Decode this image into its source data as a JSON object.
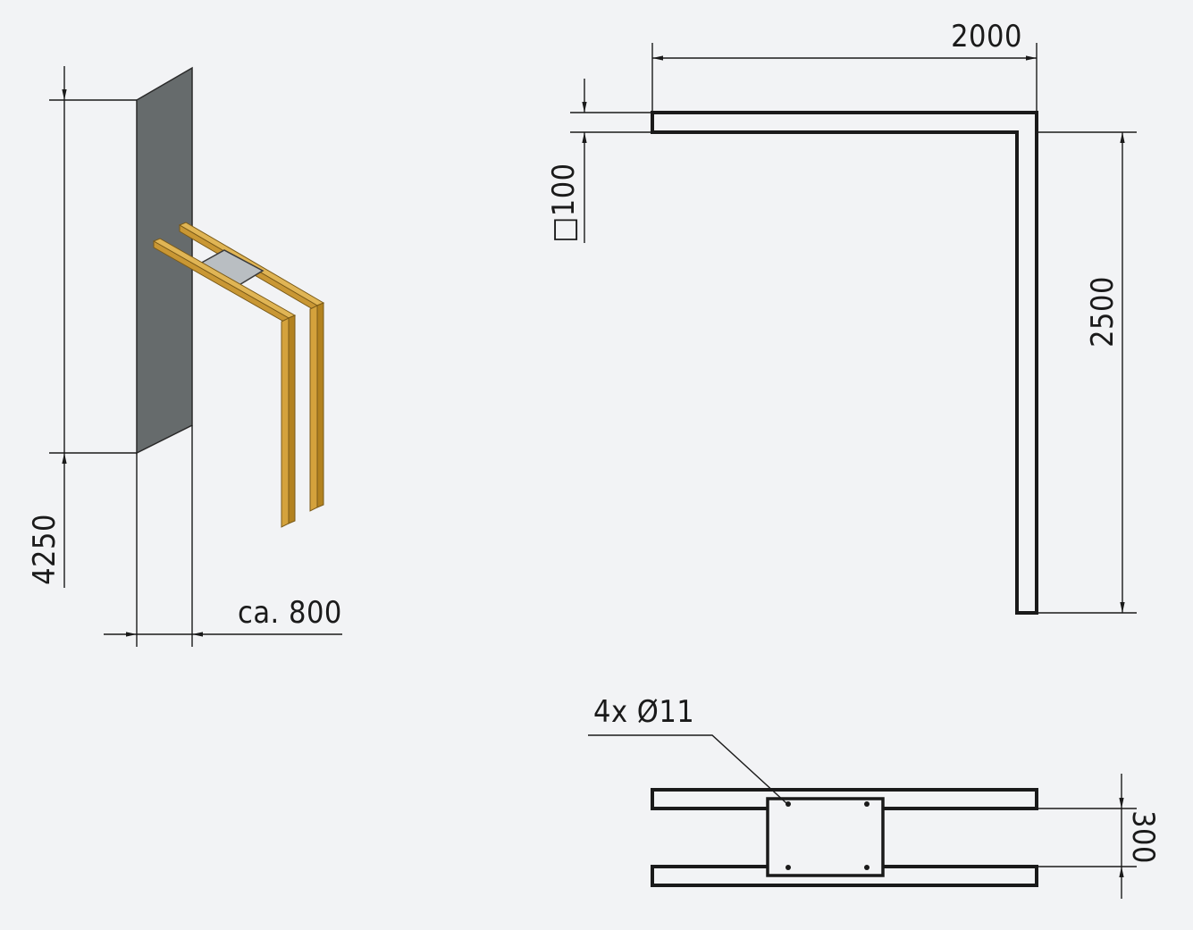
{
  "labels": {
    "height_dim": "4250",
    "depth_dim": "ca. 800",
    "width_dim": "2000",
    "length_dim": "2500",
    "section_dim": "□100",
    "holes_label": "4x  Ø11",
    "spacing_dim": "300"
  },
  "colors": {
    "background": "#f2f3f5",
    "line": "#1a1a1a",
    "wall": "#666b6c",
    "timber": "#d4a23c",
    "timber_dark": "#a8761c",
    "plate": "#b9bec2"
  }
}
